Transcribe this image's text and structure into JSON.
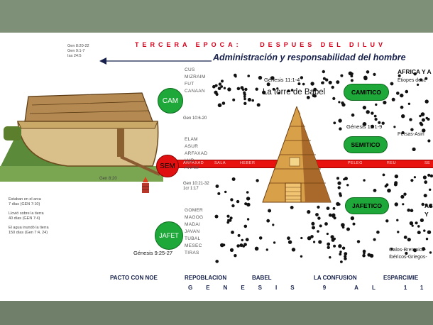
{
  "header": {
    "epoch_label": "TERCERA EPOCA:",
    "epoch_title": "DESPUES DEL DILUV",
    "subtitle": "Administración y responsabilidad del hombre"
  },
  "arrow_refs": [
    "Gen 8:20-22",
    "Gen 9:1-7",
    "Isa 24:5"
  ],
  "sons": [
    {
      "name": "CAM",
      "names_list": "CUS\nMIZRAIM\nFUT\nCANAAN",
      "ref": "Gen 10:6-20"
    },
    {
      "name": "SEM",
      "names_list": "ELAM\nASUR\nARFAXAD\nLUD\nARAM",
      "ref": "Gen 10:21-32\n1cr 1:17"
    },
    {
      "name": "JAFET",
      "names_list": "GOMER\nMAGOG\nMADAI\nJAVAN\nTUBAL\nMESEC\nTIRAS",
      "ref": "Génesis 9:25-27"
    }
  ],
  "altar_ref": "Gen 8:20",
  "flood_notes": [
    "Estaban en el arca\n7 días (GEN 7:10)",
    "Llovió sobre la tierra\n40 días (GEN 7:4)",
    "El agua inundó la tierra\n150 días (Gen 7:4, 24)"
  ],
  "red_bar_labels": [
    "ARFAXAD",
    "SALA",
    "HEBER",
    "PELEG",
    "REU",
    "SE"
  ],
  "babel": {
    "ref": "Génesis 11:1-4",
    "title": "La torre de Babel",
    "ref2": "Génesis 11:1-9"
  },
  "peoples": [
    {
      "name": "CAMITICO",
      "region": "AFRICA Y A",
      "sub": "Etiopes desc"
    },
    {
      "name": "SEMITICO",
      "region": "",
      "sub": "Persas-Asiri"
    },
    {
      "name": "JAFETICO",
      "region": "AS\nY",
      "sub": "Galos-Bretonics-\nIbéricos-Griegos-"
    }
  ],
  "bottom_topics": [
    "PACTO CON NOE",
    "REPOBLACION",
    "BABEL",
    "LA CONFUSION",
    "ESPARCIMIE"
  ],
  "bottom_range": "GENESIS 9 AL 11"
}
